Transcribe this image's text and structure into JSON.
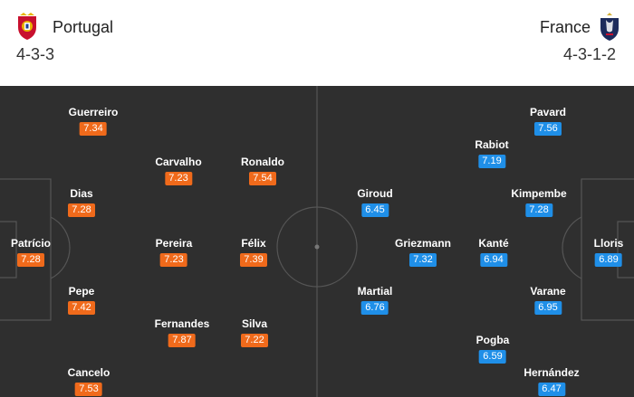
{
  "home": {
    "name": "Portugal",
    "formation": "4-3-3",
    "crest_icon": "portugal-crest-icon",
    "rating_color": "#f06a1b"
  },
  "away": {
    "name": "France",
    "formation": "4-3-1-2",
    "crest_icon": "france-crest-icon",
    "rating_color": "#1f8fe8"
  },
  "pitch_color": "#2f2f2f",
  "home_players": [
    {
      "name": "Guerreiro",
      "rating": "7.34"
    },
    {
      "name": "Carvalho",
      "rating": "7.23"
    },
    {
      "name": "Ronaldo",
      "rating": "7.54"
    },
    {
      "name": "Dias",
      "rating": "7.28"
    },
    {
      "name": "Patrício",
      "rating": "7.28"
    },
    {
      "name": "Pereira",
      "rating": "7.23"
    },
    {
      "name": "Félix",
      "rating": "7.39"
    },
    {
      "name": "Pepe",
      "rating": "7.42"
    },
    {
      "name": "Fernandes",
      "rating": "7.87"
    },
    {
      "name": "Silva",
      "rating": "7.22"
    },
    {
      "name": "Cancelo",
      "rating": "7.53"
    }
  ],
  "away_players": [
    {
      "name": "Pavard",
      "rating": "7.56"
    },
    {
      "name": "Rabiot",
      "rating": "7.19"
    },
    {
      "name": "Giroud",
      "rating": "6.45"
    },
    {
      "name": "Kimpembe",
      "rating": "7.28"
    },
    {
      "name": "Griezmann",
      "rating": "7.32"
    },
    {
      "name": "Kanté",
      "rating": "6.94"
    },
    {
      "name": "Lloris",
      "rating": "6.89"
    },
    {
      "name": "Martial",
      "rating": "6.76"
    },
    {
      "name": "Varane",
      "rating": "6.95"
    },
    {
      "name": "Pogba",
      "rating": "6.59"
    },
    {
      "name": "Hernández",
      "rating": "6.47"
    }
  ]
}
